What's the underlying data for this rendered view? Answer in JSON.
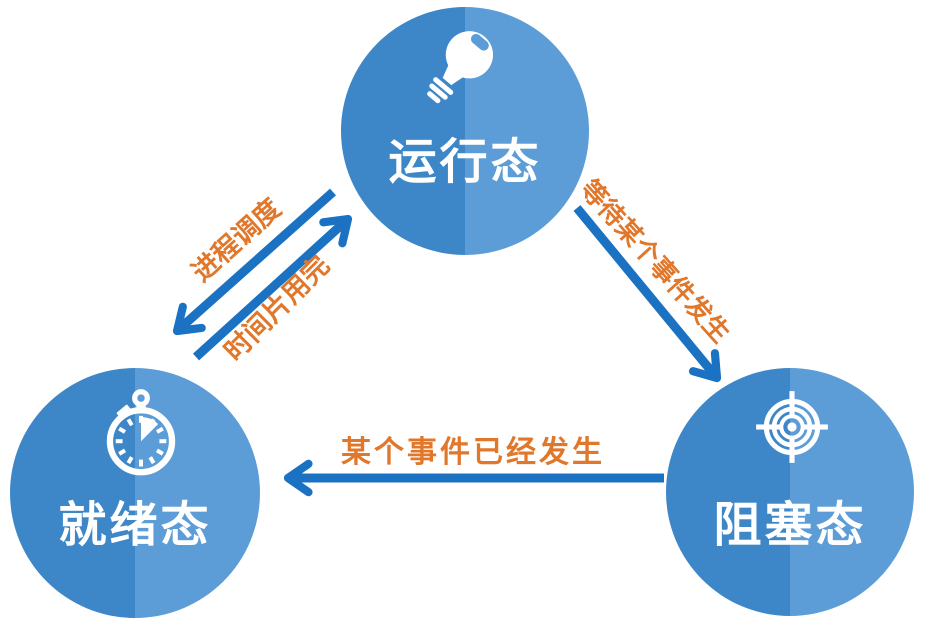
{
  "diagram": {
    "title": "process-state-transition-diagram",
    "colors": {
      "circle_left_half": "#3d87c8",
      "circle_right_half": "#5c9dd8",
      "arrow": "#1c72c2",
      "edge_label": "#e0772b",
      "node_label": "#ffffff",
      "background": "#ffffff"
    },
    "nodes": [
      {
        "id": "running",
        "label": "运行态",
        "icon": "lightbulb-icon"
      },
      {
        "id": "ready",
        "label": "就绪态",
        "icon": "stopwatch-icon"
      },
      {
        "id": "blocked",
        "label": "阻塞态",
        "icon": "target-icon"
      }
    ],
    "transitions": [
      {
        "from": "running",
        "to": "ready",
        "label": "进程调度"
      },
      {
        "from": "ready",
        "to": "running",
        "label": "时间片用完"
      },
      {
        "from": "running",
        "to": "blocked",
        "label": "等待某个事件发生"
      },
      {
        "from": "blocked",
        "to": "ready",
        "label": "某个事件已经发生"
      }
    ]
  }
}
